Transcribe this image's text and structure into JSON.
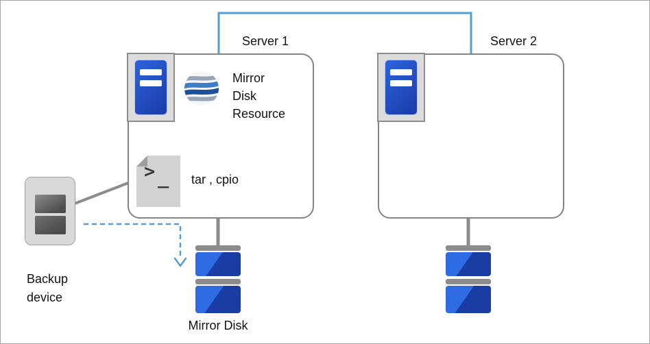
{
  "labels": {
    "server1": "Server 1",
    "server2": "Server 2",
    "mirror_disk_resource": "Mirror\nDisk\nResource",
    "tar_cpio": "tar , cpio",
    "backup_device": "Backup\ndevice",
    "mirror_disk": "Mirror Disk"
  },
  "icons": {
    "terminal_prompt": ">",
    "terminal_cursor": "_"
  },
  "colors": {
    "accent_blue": "#2d63dd",
    "dark_blue": "#1a3da4",
    "connector_blue": "#5b9bd5",
    "line_gray": "#8c8c8c",
    "device_gray": "#d9d9d9",
    "box_border_gray": "#848484"
  }
}
